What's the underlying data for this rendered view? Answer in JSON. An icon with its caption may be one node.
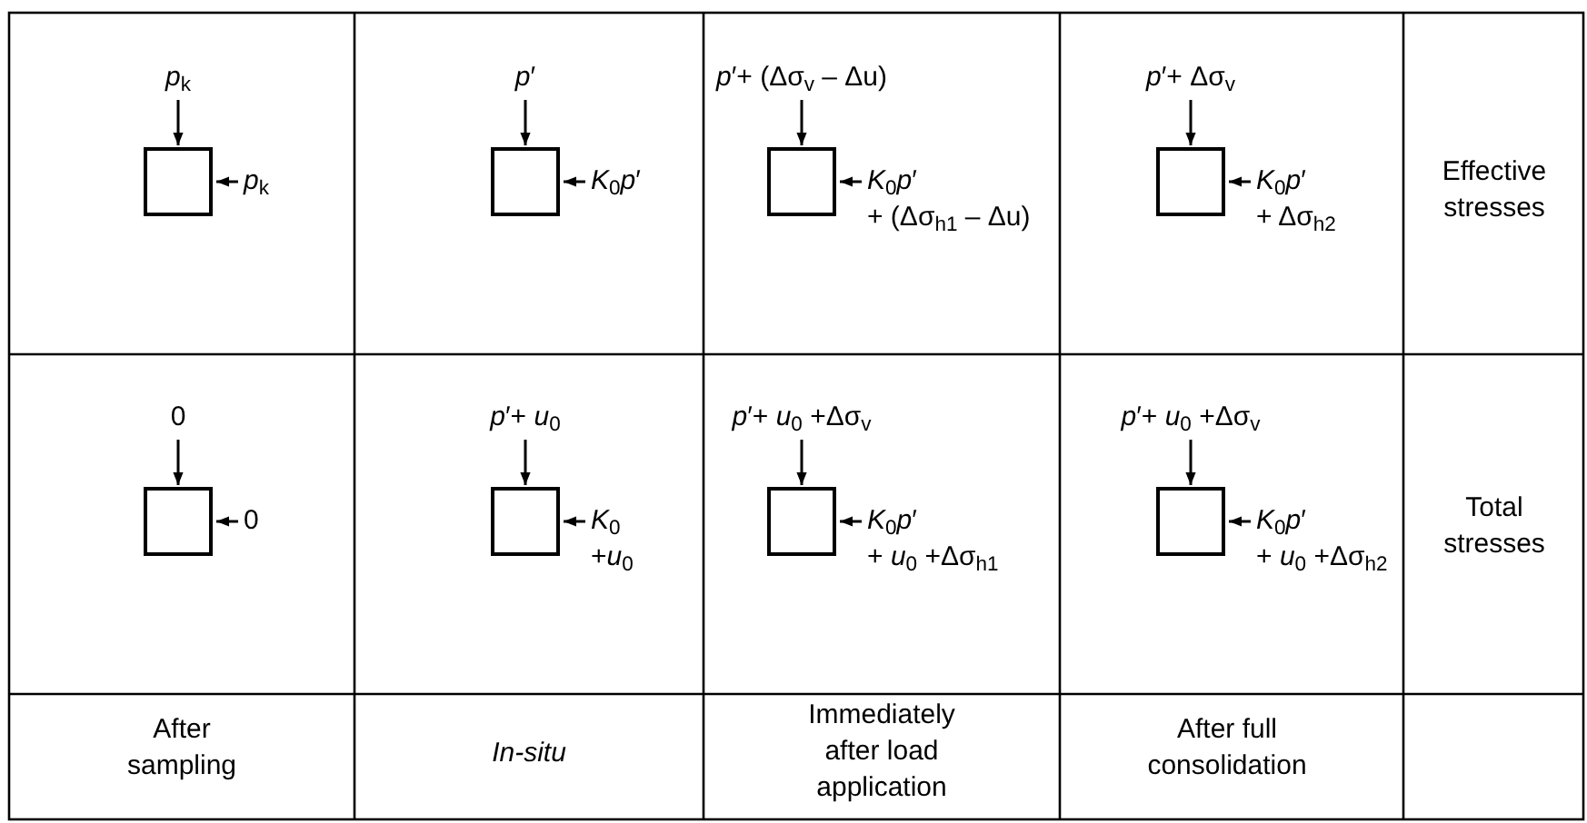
{
  "diagram": {
    "nodes": [
      {
        "text": [
          "*p*$_{k}$"
        ]
      },
      {
        "text": [],
        "shape": "box"
      },
      {
        "text": [
          "*p*$_{k}$"
        ]
      },
      {
        "text": [
          "*p*′"
        ]
      },
      {
        "text": [],
        "shape": "box"
      },
      {
        "text": [
          "*K*$_{0}$*p*′"
        ]
      },
      {
        "text": [
          "*p*′+ (Δσ$_{v}$ – Δu)"
        ]
      },
      {
        "text": [],
        "shape": "box"
      },
      {
        "text": [
          "*K*$_{0}$*p*′",
          "+ (Δσ$_{h1}$ – Δu)"
        ]
      },
      {
        "text": [
          "*p*′+ Δσ$_{v}$"
        ]
      },
      {
        "text": [],
        "shape": "box"
      },
      {
        "text": [
          "*K*$_{0}$*p*′",
          "+ Δσ$_{h2}$"
        ]
      },
      {
        "text": [
          "0"
        ]
      },
      {
        "text": [],
        "shape": "box"
      },
      {
        "text": [
          "0"
        ]
      },
      {
        "text": [
          "*p*′+ *u*$_{0}$"
        ]
      },
      {
        "text": [],
        "shape": "box"
      },
      {
        "text": [
          "*K*$_{0}$",
          "+*u*$_{0}$"
        ]
      },
      {
        "text": [
          "*p*′+ *u*$_{0}$ +Δσ$_{v}$"
        ]
      },
      {
        "text": [],
        "shape": "box"
      },
      {
        "text": [
          "*K*$_{0}$*p*′",
          "+ *u*$_{0}$ +Δσ$_{h1}$"
        ]
      },
      {
        "text": [
          "*p*′+ *u*$_{0}$ +Δσ$_{v}$"
        ]
      },
      {
        "text": [],
        "shape": "box"
      },
      {
        "text": [
          "*K*$_{0}$*p*′",
          "+ *u*$_{0}$ +Δσ$_{h2}$"
        ]
      }
    ],
    "edges": [
      {
        "from": 0,
        "to": 1,
        "arrow": "to"
      },
      {
        "from": 2,
        "to": 1,
        "arrow": "to"
      },
      {
        "from": 3,
        "to": 4,
        "arrow": "to"
      },
      {
        "from": 5,
        "to": 4,
        "arrow": "to"
      },
      {
        "from": 6,
        "to": 7,
        "arrow": "to"
      },
      {
        "from": 8,
        "to": 7,
        "arrow": "to"
      },
      {
        "from": 9,
        "to": 10,
        "arrow": "to"
      },
      {
        "from": 11,
        "to": 10,
        "arrow": "to"
      },
      {
        "from": 12,
        "to": 13,
        "arrow": "to"
      },
      {
        "from": 14,
        "to": 13,
        "arrow": "to"
      },
      {
        "from": 15,
        "to": 16,
        "arrow": "to"
      },
      {
        "from": 17,
        "to": 16,
        "arrow": "to"
      },
      {
        "from": 18,
        "to": 19,
        "arrow": "to"
      },
      {
        "from": 20,
        "to": 19,
        "arrow": "to"
      },
      {
        "from": 21,
        "to": 22,
        "arrow": "to"
      },
      {
        "from": 23,
        "to": 22,
        "arrow": "to"
      }
    ],
    "labels": [
      "Effective stresses",
      "Total stresses",
      "After sampling",
      "In-situ",
      "Immediately after load application",
      "After full consolidation"
    ]
  }
}
